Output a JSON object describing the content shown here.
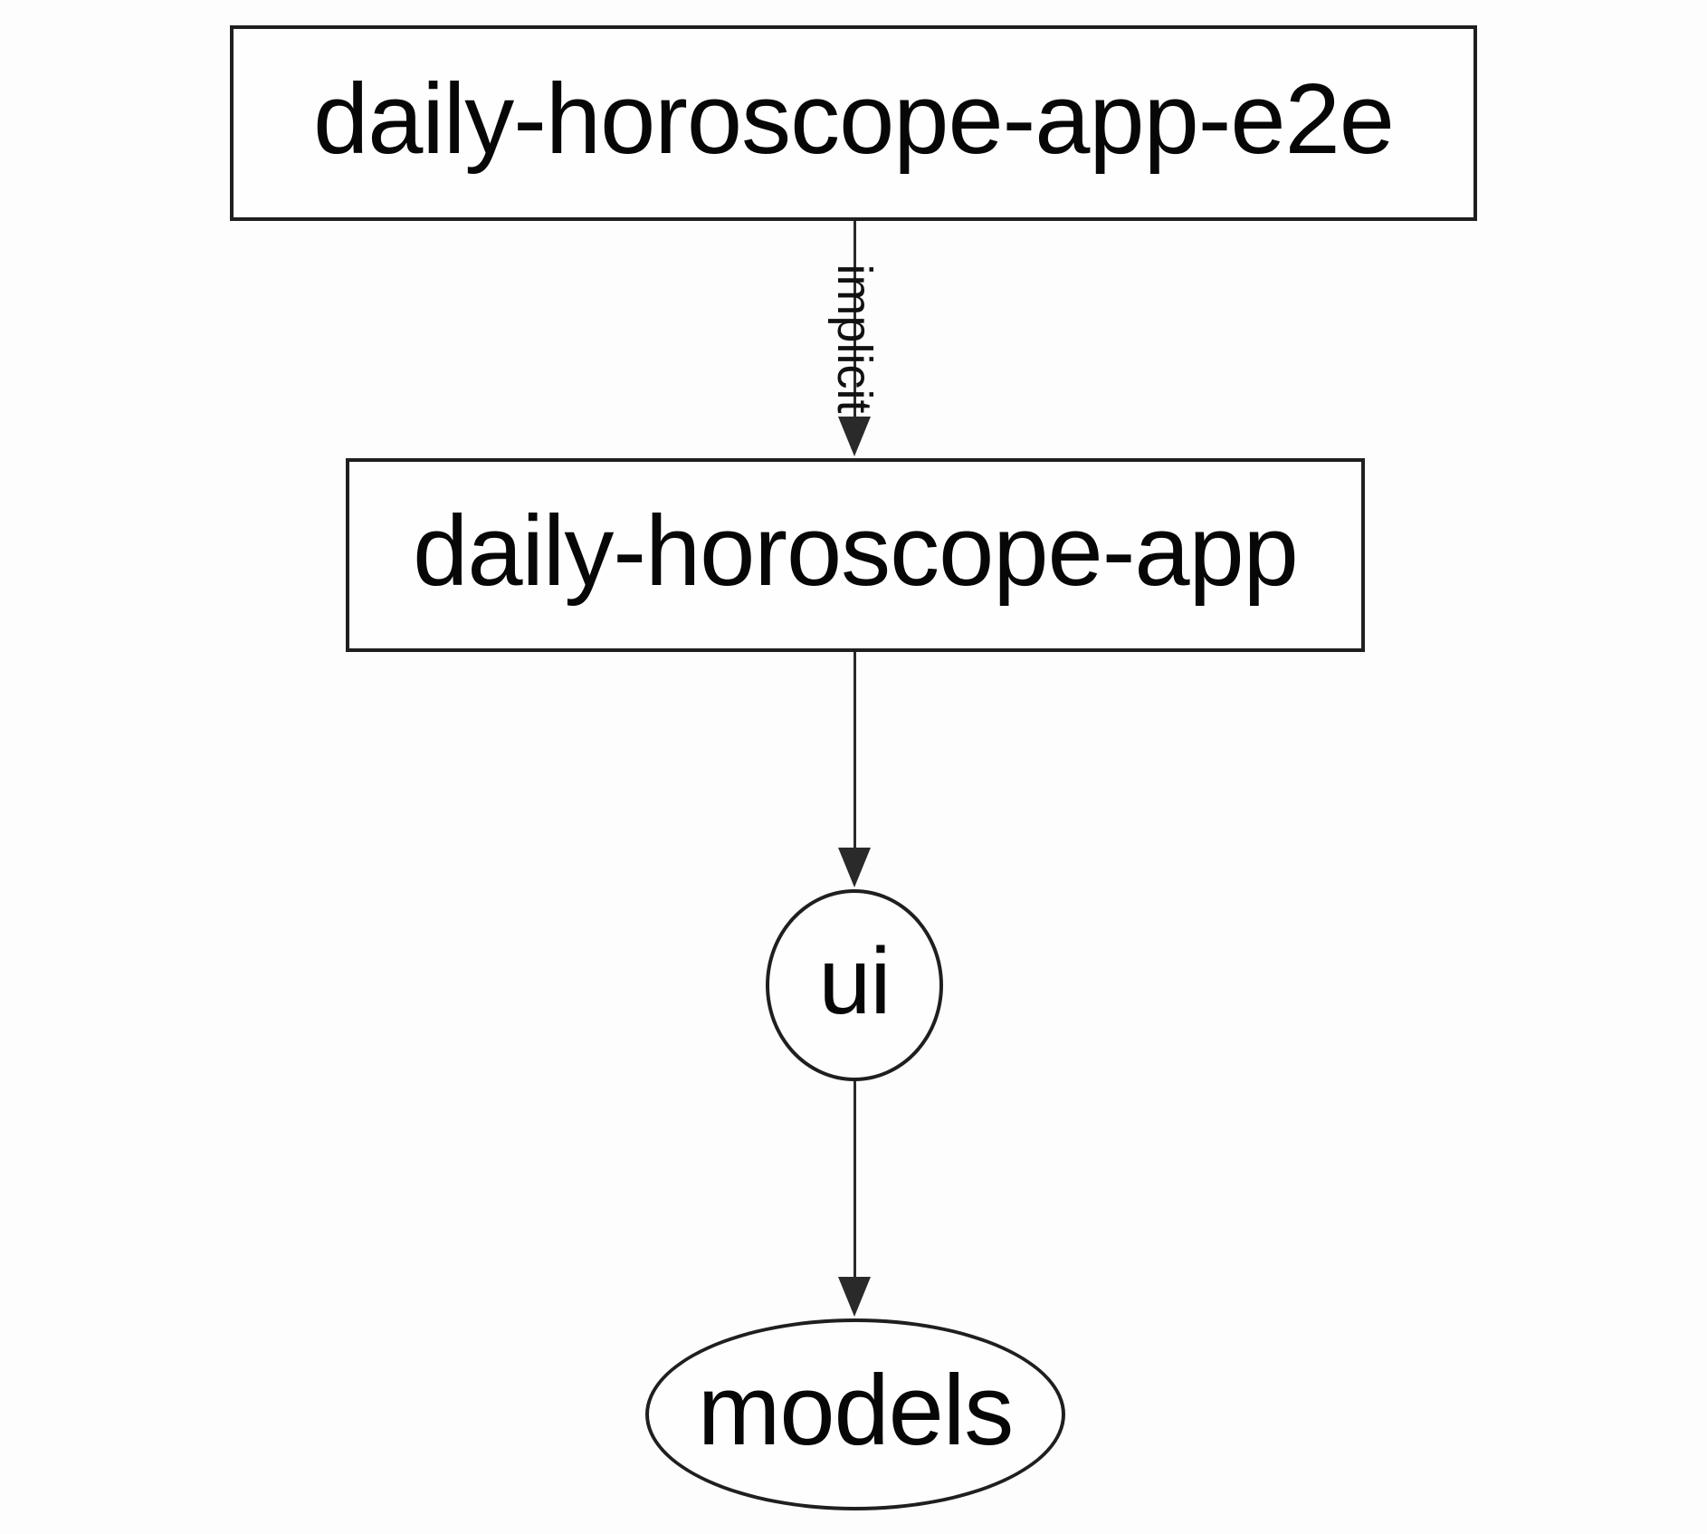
{
  "diagram": {
    "kind": "project-dependency-graph",
    "colors": {
      "background": "#fdfdfd",
      "node_fill": "#fefefe",
      "node_stroke": "#1f1f1f",
      "edge_stroke": "#2a2a2a",
      "text": "#070707"
    },
    "nodes": [
      {
        "id": "daily-horoscope-app-e2e",
        "label": "daily-horoscope-app-e2e",
        "shape": "rectangle"
      },
      {
        "id": "daily-horoscope-app",
        "label": "daily-horoscope-app",
        "shape": "rectangle"
      },
      {
        "id": "ui",
        "label": "ui",
        "shape": "circle"
      },
      {
        "id": "models",
        "label": "models",
        "shape": "ellipse"
      }
    ],
    "edges": [
      {
        "from": "daily-horoscope-app-e2e",
        "to": "daily-horoscope-app",
        "label": "implicit",
        "arrow": "down"
      },
      {
        "from": "daily-horoscope-app",
        "to": "ui",
        "label": "",
        "arrow": "down"
      },
      {
        "from": "ui",
        "to": "models",
        "label": "",
        "arrow": "down"
      }
    ]
  }
}
